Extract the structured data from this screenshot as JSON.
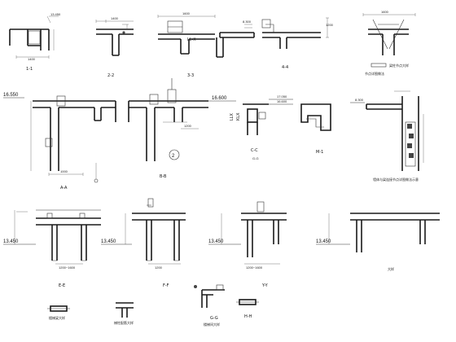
{
  "drawing": {
    "sections": [
      {
        "id": "s1",
        "caption": "1-1",
        "dims": [
          "1400"
        ],
        "elev": []
      },
      {
        "id": "s2",
        "caption": "2-2",
        "dims": [],
        "elev": []
      },
      {
        "id": "s3",
        "caption": "3-3",
        "dims": [],
        "tag": "LL-X",
        "elev": []
      },
      {
        "id": "s4",
        "caption": "4-4",
        "dims": [],
        "elev": []
      },
      {
        "id": "s5",
        "caption": "A-A",
        "elev": [
          "16.550"
        ],
        "dims": []
      },
      {
        "id": "s6",
        "caption": "B-B",
        "elev": [
          "16.600"
        ],
        "dims": [],
        "tag_a": "LLX",
        "tag_b": "KLX"
      },
      {
        "id": "s7",
        "caption": "C-C",
        "elev": [
          "17.050",
          "16.600"
        ],
        "sub": "G-G"
      },
      {
        "id": "s8",
        "caption": "M-1",
        "elev": []
      },
      {
        "id": "s9",
        "caption": "",
        "elev": [
          "8.300"
        ]
      },
      {
        "id": "s10",
        "caption": "E-E",
        "elev": [
          "13.450"
        ]
      },
      {
        "id": "s11",
        "caption": "F-F",
        "elev": [
          "13.450"
        ]
      },
      {
        "id": "s12",
        "caption": "Y-Y",
        "elev": [
          "13.450"
        ]
      },
      {
        "id": "s13",
        "caption": "",
        "elev": [
          "13.450"
        ]
      },
      {
        "id": "s14",
        "caption": "G-G"
      },
      {
        "id": "s15",
        "caption": "H-H"
      }
    ],
    "circle_marks": [
      "2"
    ],
    "dim_values": [
      "1400",
      "1200",
      "1600",
      "1000",
      "800",
      "1200~1600",
      "1200~1600",
      "1200",
      "1000"
    ]
  }
}
